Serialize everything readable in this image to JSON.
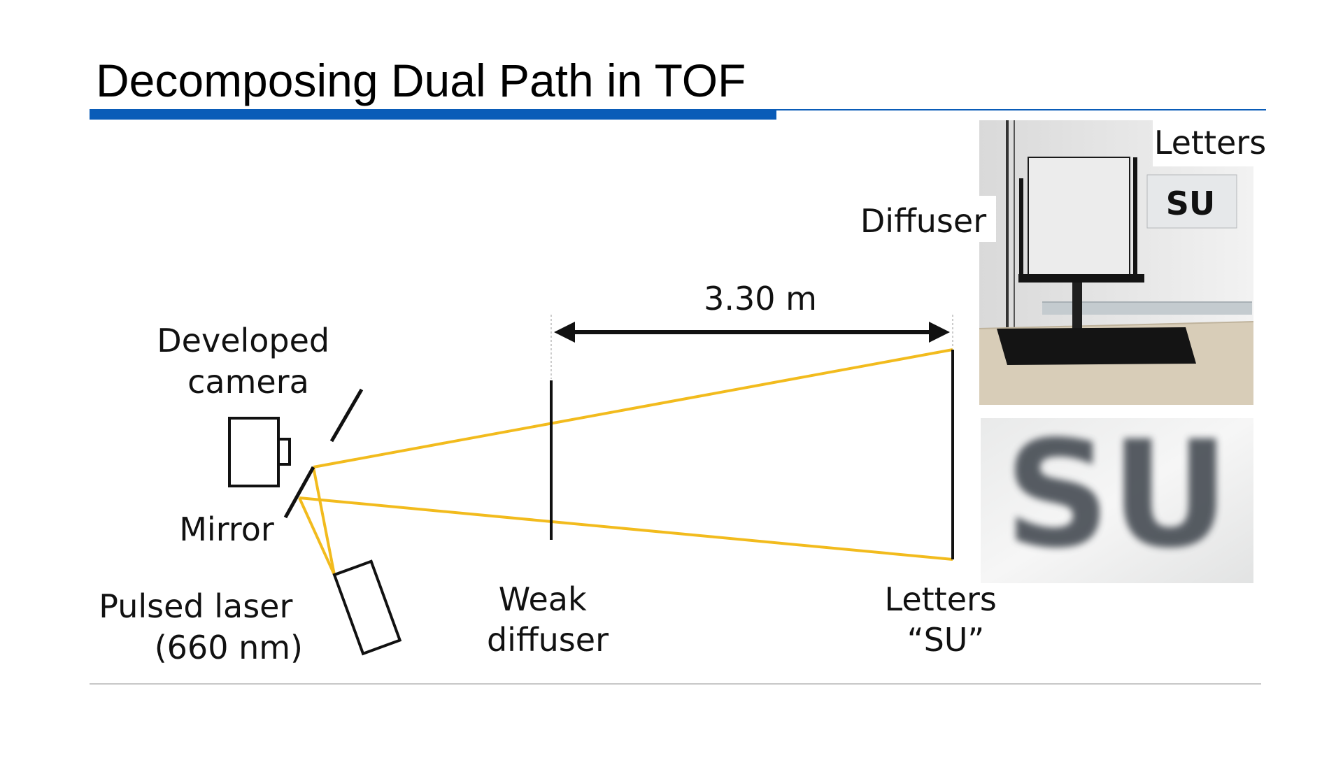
{
  "slide": {
    "title": "Decomposing Dual Path in TOF"
  },
  "labels": {
    "camera": [
      "Developed",
      "camera"
    ],
    "mirror": "Mirror",
    "laser": [
      "Pulsed laser",
      "(660 nm)"
    ],
    "weak_diffuser": [
      "Weak",
      "diffuser"
    ],
    "letters_target": [
      "Letters",
      "“SU”"
    ],
    "distance": "3.30 m"
  },
  "photos": {
    "setup_diffuser_label": "Diffuser",
    "setup_letters_label": "Letters",
    "card_text": "SU",
    "blurred_text": "SU"
  },
  "colors": {
    "title_rule": "#0a5cb8",
    "light_path": "#f2bb1d",
    "ink": "#111111",
    "footer_rule": "#c8c8c8"
  }
}
